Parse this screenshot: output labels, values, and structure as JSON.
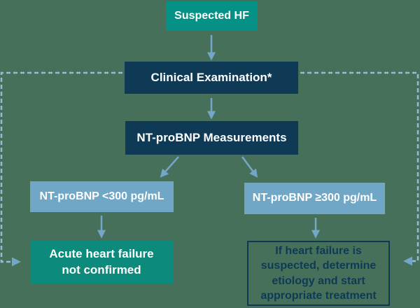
{
  "colors": {
    "background": "#47705A",
    "teal_top": "#069187",
    "teal_bottom": "#0C8A7C",
    "navy": "#0E3A55",
    "light_blue": "#71A7C6",
    "arrow": "#74A6C8",
    "dash": "#94BCD6",
    "text_light": "#FFFFFF"
  },
  "nodes": {
    "suspected_hf": {
      "label": "Suspected HF"
    },
    "clinical_exam": {
      "label": "Clinical Examination*"
    },
    "ntprobnp": {
      "label": "NT-proBNP Measurements"
    },
    "low": {
      "label": "NT-proBNP <300 pg/mL"
    },
    "high": {
      "label": "NT-proBNP ≥300 pg/mL"
    },
    "not_confirmed": {
      "label": "Acute heart failure\nnot confirmed"
    },
    "treatment": {
      "label": "If heart failure is\nsuspected, determine\netiology and start\nappropriate treatment"
    }
  }
}
